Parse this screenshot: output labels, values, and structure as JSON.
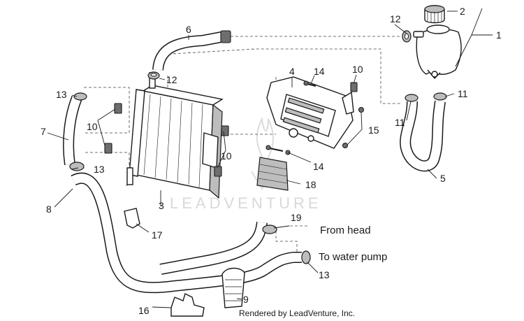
{
  "callouts": {
    "c1": "1",
    "c2": "2",
    "c3": "3",
    "c4": "4",
    "c5": "5",
    "c6": "6",
    "c7": "7",
    "c8": "8",
    "c9": "9",
    "c10a": "10",
    "c10b": "10",
    "c10c": "10",
    "c11a": "11",
    "c11b": "11",
    "c12a": "12",
    "c12b": "12",
    "c13a": "13",
    "c13b": "13",
    "c13c": "13",
    "c14a": "14",
    "c14b": "14",
    "c15": "15",
    "c16": "16",
    "c17": "17",
    "c18": "18",
    "c19": "19"
  },
  "notes": {
    "from_head": "From head",
    "to_water_pump": "To water pump"
  },
  "watermark": "LEADVENTURE",
  "credit": "Rendered by LeadVenture, Inc."
}
